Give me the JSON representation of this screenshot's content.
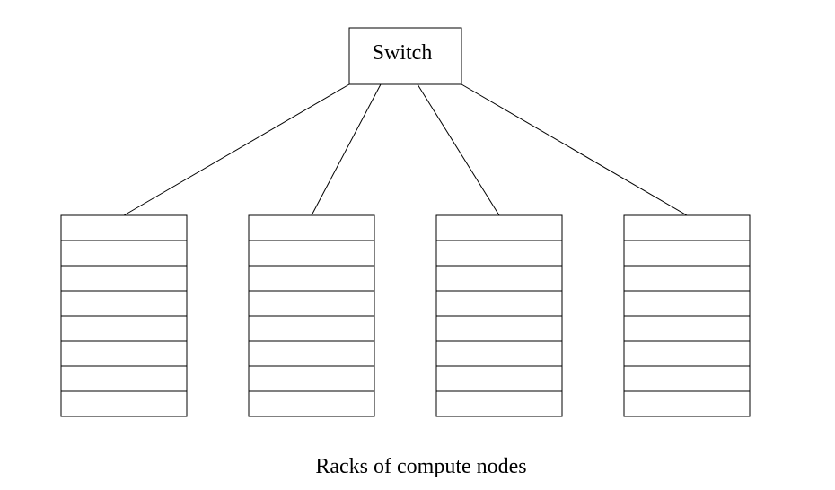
{
  "switch": {
    "label": "Switch"
  },
  "racks": [
    {
      "nodes": 8
    },
    {
      "nodes": 8
    },
    {
      "nodes": 8
    },
    {
      "nodes": 8
    }
  ],
  "caption": "Racks of compute nodes",
  "colors": {
    "stroke": "#000000",
    "background": "#ffffff"
  }
}
